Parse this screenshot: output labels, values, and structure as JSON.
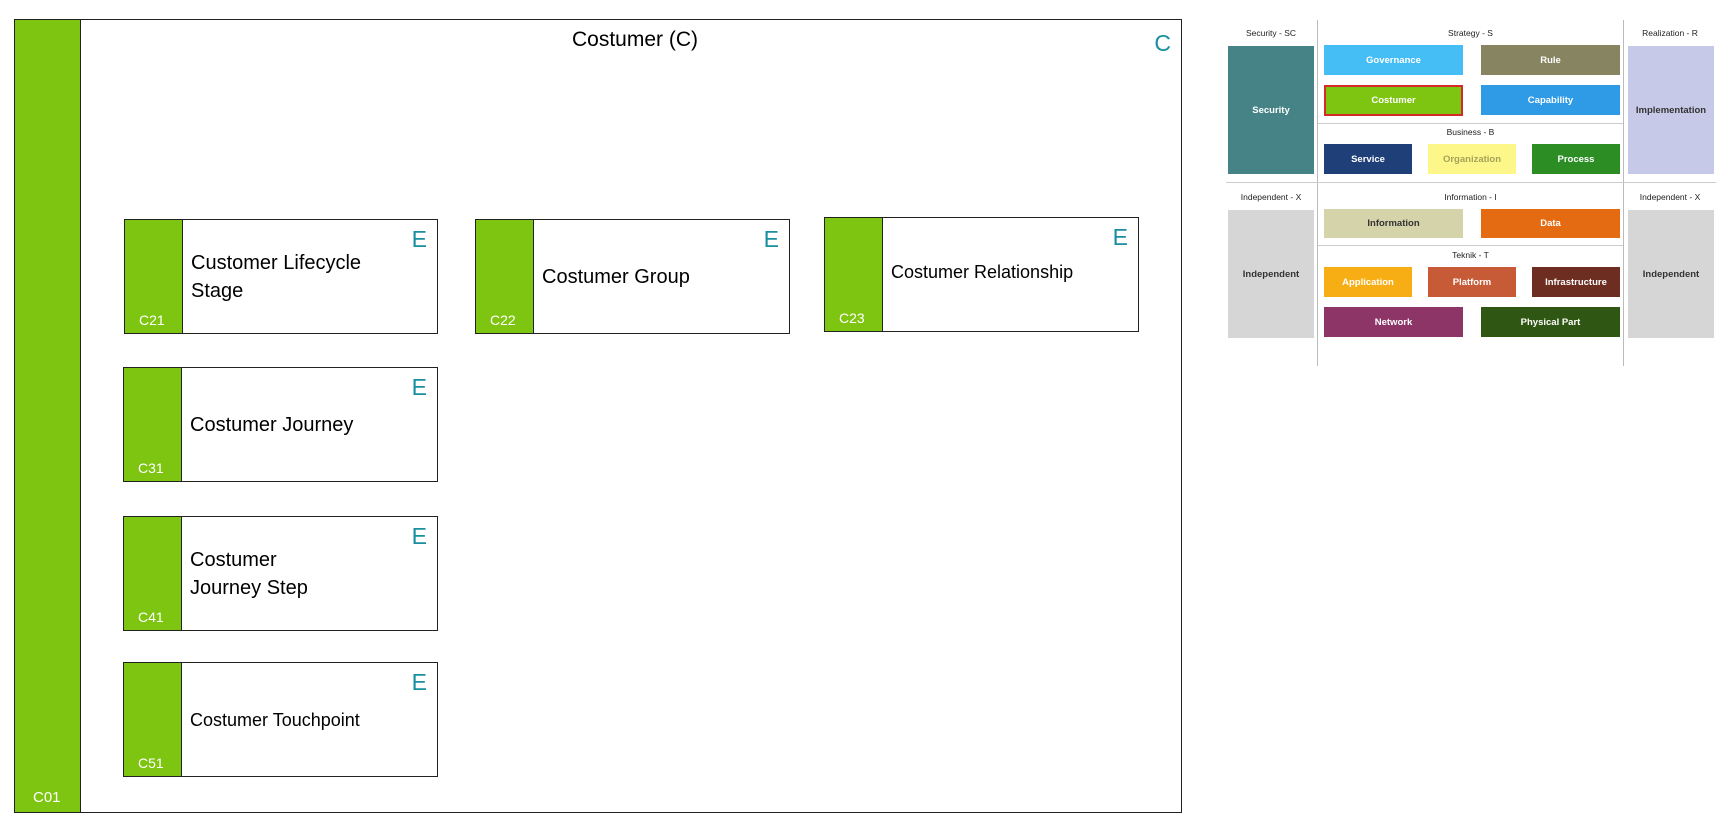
{
  "colors": {
    "accent_green": "#7dc511",
    "letter_teal": "#1a8fa0",
    "highlight_red": "#d42a2a"
  },
  "frame": {
    "title": "Costumer (C)",
    "letter": "C",
    "code": "C01"
  },
  "entities": [
    {
      "code": "C21",
      "label": "Customer Lifecycle Stage",
      "letter": "E"
    },
    {
      "code": "C22",
      "label": "Costumer Group",
      "letter": "E"
    },
    {
      "code": "C23",
      "label": "Costumer Relationship",
      "letter": "E"
    },
    {
      "code": "C31",
      "label": "Costumer Journey",
      "letter": "E"
    },
    {
      "code": "C41",
      "label": "Costumer\nJourney Step",
      "letter": "E"
    },
    {
      "code": "C51",
      "label": "Costumer Touchpoint",
      "letter": "E"
    }
  ],
  "overview": {
    "headers": {
      "security": "Security - SC",
      "strategy": "Strategy - S",
      "realization": "Realization - R",
      "business": "Business - B",
      "independent_left": "Independent - X",
      "information": "Information - I",
      "independent_right": "Independent - X",
      "teknik": "Teknik - T"
    },
    "boxes": {
      "security": {
        "label": "Security",
        "color": "#468386"
      },
      "governance": {
        "label": "Governance",
        "color": "#45bdf5"
      },
      "rule": {
        "label": "Rule",
        "color": "#878462"
      },
      "costumer": {
        "label": "Costumer",
        "color": "#7dc511"
      },
      "capability": {
        "label": "Capability",
        "color": "#2f9be6"
      },
      "implementation": {
        "label": "Implementation",
        "color": "#c7c9e8"
      },
      "service": {
        "label": "Service",
        "color": "#1f3f78"
      },
      "organization": {
        "label": "Organization",
        "color": "#fdf78a"
      },
      "process": {
        "label": "Process",
        "color": "#2c8d25"
      },
      "independent_left": {
        "label": "Independent",
        "color": "#d6d6d6"
      },
      "information": {
        "label": "Information",
        "color": "#d5d3aa"
      },
      "data": {
        "label": "Data",
        "color": "#e46b12"
      },
      "independent_right": {
        "label": "Independent",
        "color": "#d6d6d6"
      },
      "application": {
        "label": "Application",
        "color": "#f7ae15"
      },
      "platform": {
        "label": "Platform",
        "color": "#c75a37"
      },
      "infrastructure": {
        "label": "Infrastructure",
        "color": "#6d2d21"
      },
      "network": {
        "label": "Network",
        "color": "#8d3567"
      },
      "physical_part": {
        "label": "Physical Part",
        "color": "#2f5612"
      }
    }
  }
}
